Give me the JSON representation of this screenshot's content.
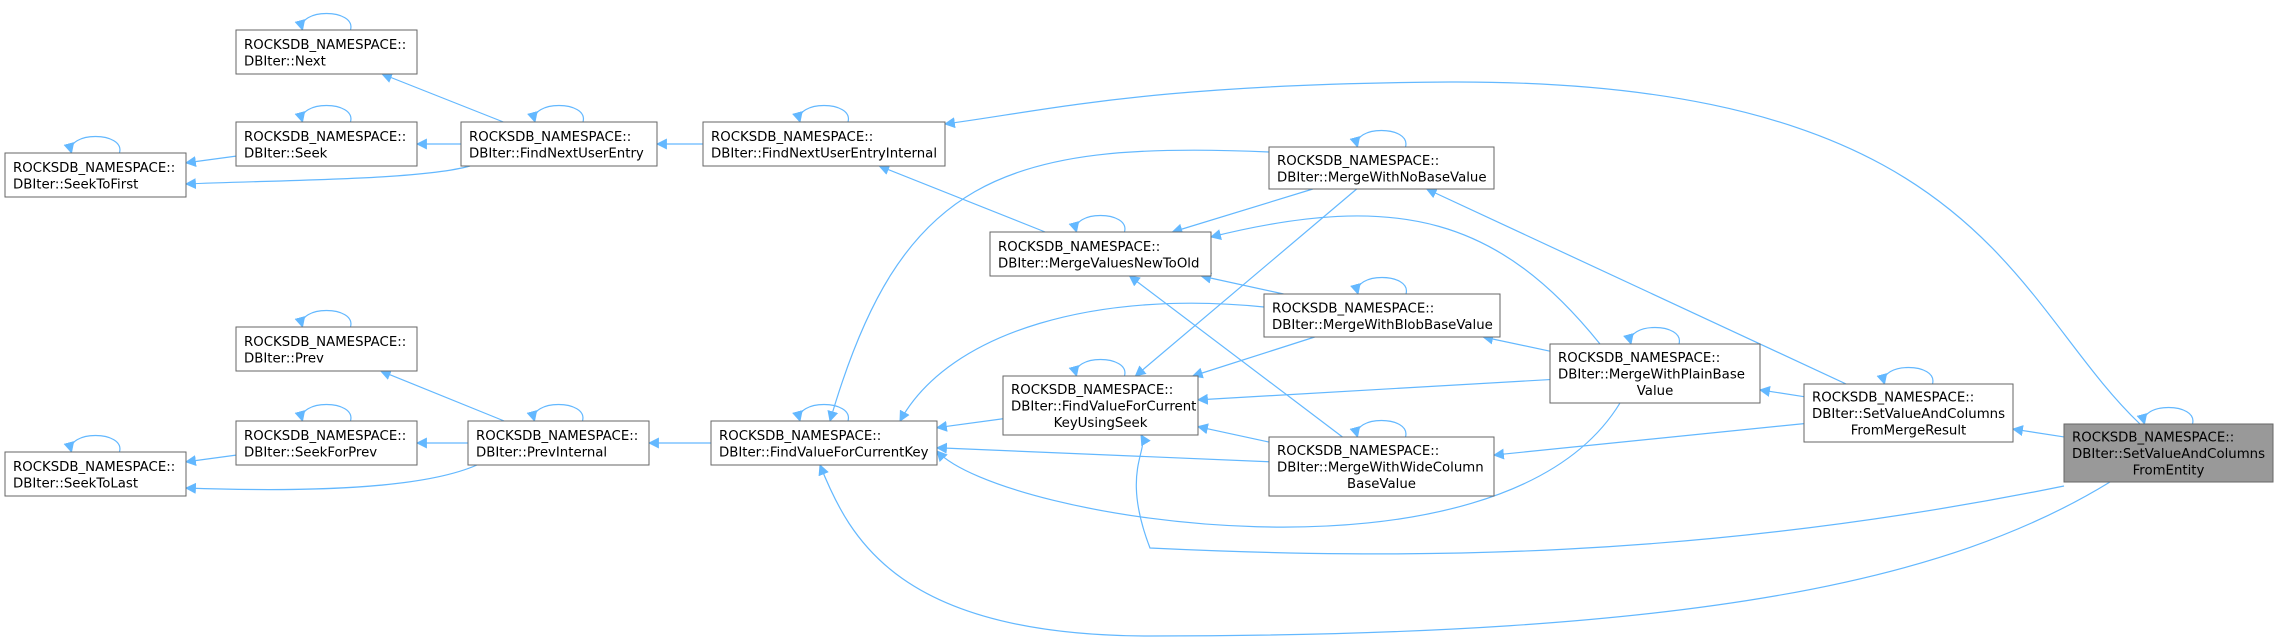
{
  "graph": {
    "colors": {
      "edge": "#63b8ff",
      "node_border": "#666666",
      "node_fill": "#ffffff",
      "focus_fill": "#999999"
    },
    "nodes": [
      {
        "id": "setvalueandcolumnsfromentity",
        "lines": [
          "ROCKSDB_NAMESPACE::",
          "DBIter::SetValueAndColumns",
          "FromEntity"
        ],
        "focus": true
      },
      {
        "id": "setvalueandcolumnsfrommergeresult",
        "lines": [
          "ROCKSDB_NAMESPACE::",
          "DBIter::SetValueAndColumns",
          "FromMergeResult"
        ]
      },
      {
        "id": "mergewithplainbasevalue",
        "lines": [
          "ROCKSDB_NAMESPACE::",
          "DBIter::MergeWithPlainBase",
          "Value"
        ]
      },
      {
        "id": "mergewithnobasevalue",
        "lines": [
          "ROCKSDB_NAMESPACE::",
          "DBIter::MergeWithNoBaseValue"
        ]
      },
      {
        "id": "mergewithblobbasevalue",
        "lines": [
          "ROCKSDB_NAMESPACE::",
          "DBIter::MergeWithBlobBaseValue"
        ]
      },
      {
        "id": "mergewithwidecolumnbasevalue",
        "lines": [
          "ROCKSDB_NAMESPACE::",
          "DBIter::MergeWithWideColumn",
          "BaseValue"
        ]
      },
      {
        "id": "mergevaluesnewtoold",
        "lines": [
          "ROCKSDB_NAMESPACE::",
          "DBIter::MergeValuesNewToOld"
        ]
      },
      {
        "id": "findvalueforcurrentkeyusingseek",
        "lines": [
          "ROCKSDB_NAMESPACE::",
          "DBIter::FindValueForCurrent",
          "KeyUsingSeek"
        ]
      },
      {
        "id": "findnextuserentryinternal",
        "lines": [
          "ROCKSDB_NAMESPACE::",
          "DBIter::FindNextUserEntryInternal"
        ]
      },
      {
        "id": "findvalueforcurrentkey",
        "lines": [
          "ROCKSDB_NAMESPACE::",
          "DBIter::FindValueForCurrentKey"
        ]
      },
      {
        "id": "findnextuserentry",
        "lines": [
          "ROCKSDB_NAMESPACE::",
          "DBIter::FindNextUserEntry"
        ]
      },
      {
        "id": "previnternal",
        "lines": [
          "ROCKSDB_NAMESPACE::",
          "DBIter::PrevInternal"
        ]
      },
      {
        "id": "next",
        "lines": [
          "ROCKSDB_NAMESPACE::",
          "DBIter::Next"
        ]
      },
      {
        "id": "seek",
        "lines": [
          "ROCKSDB_NAMESPACE::",
          "DBIter::Seek"
        ]
      },
      {
        "id": "prev",
        "lines": [
          "ROCKSDB_NAMESPACE::",
          "DBIter::Prev"
        ]
      },
      {
        "id": "seekforprev",
        "lines": [
          "ROCKSDB_NAMESPACE::",
          "DBIter::SeekForPrev"
        ]
      },
      {
        "id": "seektofirst",
        "lines": [
          "ROCKSDB_NAMESPACE::",
          "DBIter::SeekToFirst"
        ]
      },
      {
        "id": "seektolast",
        "lines": [
          "ROCKSDB_NAMESPACE::",
          "DBIter::SeekToLast"
        ]
      }
    ],
    "edges": [
      {
        "from": "setvalueandcolumnsfromentity",
        "to": "setvalueandcolumnsfromentity"
      },
      {
        "from": "setvalueandcolumnsfromentity",
        "to": "setvalueandcolumnsfrommergeresult"
      },
      {
        "from": "setvalueandcolumnsfromentity",
        "to": "findnextuserentryinternal"
      },
      {
        "from": "setvalueandcolumnsfromentity",
        "to": "findvalueforcurrentkey"
      },
      {
        "from": "setvalueandcolumnsfromentity",
        "to": "findvalueforcurrentkeyusingseek"
      },
      {
        "from": "setvalueandcolumnsfrommergeresult",
        "to": "setvalueandcolumnsfrommergeresult"
      },
      {
        "from": "setvalueandcolumnsfrommergeresult",
        "to": "mergewithnobasevalue"
      },
      {
        "from": "setvalueandcolumnsfrommergeresult",
        "to": "mergewithplainbasevalue"
      },
      {
        "from": "setvalueandcolumnsfrommergeresult",
        "to": "mergewithwidecolumnbasevalue"
      },
      {
        "from": "mergewithplainbasevalue",
        "to": "mergewithplainbasevalue"
      },
      {
        "from": "mergewithplainbasevalue",
        "to": "mergevaluesnewtoold"
      },
      {
        "from": "mergewithplainbasevalue",
        "to": "mergewithblobbasevalue"
      },
      {
        "from": "mergewithplainbasevalue",
        "to": "findvalueforcurrentkeyusingseek"
      },
      {
        "from": "mergewithplainbasevalue",
        "to": "findvalueforcurrentkey"
      },
      {
        "from": "mergewithnobasevalue",
        "to": "mergewithnobasevalue"
      },
      {
        "from": "mergewithnobasevalue",
        "to": "mergevaluesnewtoold"
      },
      {
        "from": "mergewithnobasevalue",
        "to": "findvalueforcurrentkeyusingseek"
      },
      {
        "from": "mergewithnobasevalue",
        "to": "findvalueforcurrentkey"
      },
      {
        "from": "mergewithblobbasevalue",
        "to": "mergewithblobbasevalue"
      },
      {
        "from": "mergewithblobbasevalue",
        "to": "mergevaluesnewtoold"
      },
      {
        "from": "mergewithblobbasevalue",
        "to": "findvalueforcurrentkeyusingseek"
      },
      {
        "from": "mergewithblobbasevalue",
        "to": "findvalueforcurrentkey"
      },
      {
        "from": "mergewithwidecolumnbasevalue",
        "to": "mergewithwidecolumnbasevalue"
      },
      {
        "from": "mergewithwidecolumnbasevalue",
        "to": "mergevaluesnewtoold"
      },
      {
        "from": "mergewithwidecolumnbasevalue",
        "to": "findvalueforcurrentkeyusingseek"
      },
      {
        "from": "mergewithwidecolumnbasevalue",
        "to": "findvalueforcurrentkey"
      },
      {
        "from": "mergevaluesnewtoold",
        "to": "mergevaluesnewtoold"
      },
      {
        "from": "mergevaluesnewtoold",
        "to": "findnextuserentryinternal"
      },
      {
        "from": "findvalueforcurrentkeyusingseek",
        "to": "findvalueforcurrentkeyusingseek"
      },
      {
        "from": "findvalueforcurrentkeyusingseek",
        "to": "findvalueforcurrentkey"
      },
      {
        "from": "findnextuserentryinternal",
        "to": "findnextuserentryinternal"
      },
      {
        "from": "findnextuserentryinternal",
        "to": "findnextuserentry"
      },
      {
        "from": "findvalueforcurrentkey",
        "to": "findvalueforcurrentkey"
      },
      {
        "from": "findvalueforcurrentkey",
        "to": "previnternal"
      },
      {
        "from": "findnextuserentry",
        "to": "findnextuserentry"
      },
      {
        "from": "findnextuserentry",
        "to": "next"
      },
      {
        "from": "findnextuserentry",
        "to": "seek"
      },
      {
        "from": "findnextuserentry",
        "to": "seektofirst"
      },
      {
        "from": "previnternal",
        "to": "previnternal"
      },
      {
        "from": "previnternal",
        "to": "prev"
      },
      {
        "from": "previnternal",
        "to": "seekforprev"
      },
      {
        "from": "previnternal",
        "to": "seektolast"
      },
      {
        "from": "next",
        "to": "next"
      },
      {
        "from": "seek",
        "to": "seek"
      },
      {
        "from": "seek",
        "to": "seektofirst"
      },
      {
        "from": "prev",
        "to": "prev"
      },
      {
        "from": "seekforprev",
        "to": "seekforprev"
      },
      {
        "from": "seekforprev",
        "to": "seektolast"
      },
      {
        "from": "seektofirst",
        "to": "seektofirst"
      },
      {
        "from": "seektolast",
        "to": "seektolast"
      }
    ]
  }
}
